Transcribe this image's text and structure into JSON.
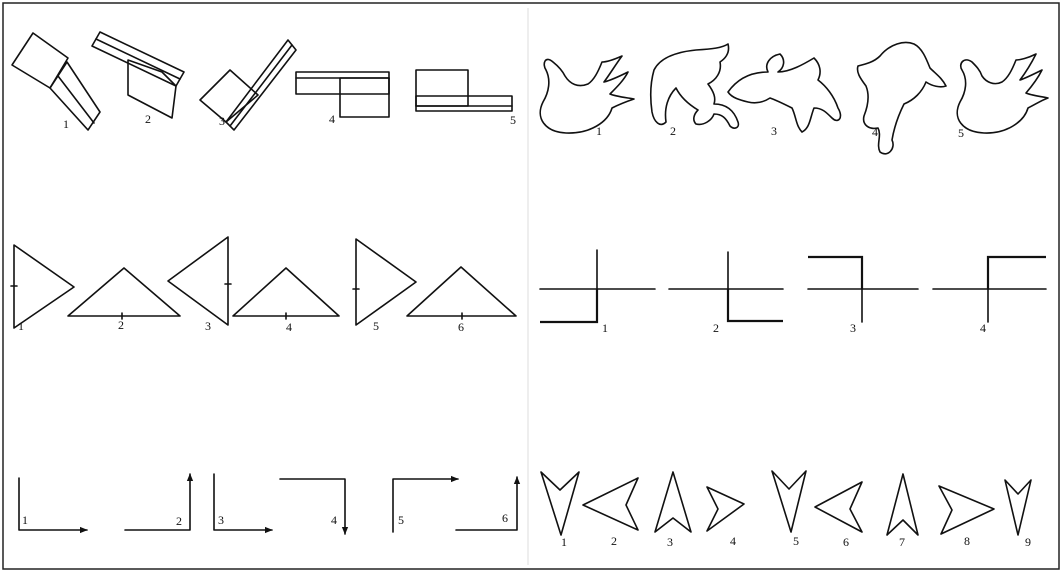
{
  "panels": {
    "rect_slabs": {
      "labels": [
        "1",
        "2",
        "3",
        "4",
        "5"
      ]
    },
    "birds": {
      "labels": [
        "1",
        "2",
        "3",
        "4",
        "5"
      ]
    },
    "triangles": {
      "labels": [
        "1",
        "2",
        "3",
        "4",
        "5",
        "6"
      ]
    },
    "crosses": {
      "labels": [
        "1",
        "2",
        "3",
        "4"
      ]
    },
    "arrow_corners": {
      "labels": [
        "1",
        "2",
        "3",
        "4",
        "5",
        "6"
      ]
    },
    "arrowheads": {
      "labels": [
        "1",
        "2",
        "3",
        "4",
        "5",
        "6",
        "7",
        "8",
        "9"
      ]
    }
  }
}
